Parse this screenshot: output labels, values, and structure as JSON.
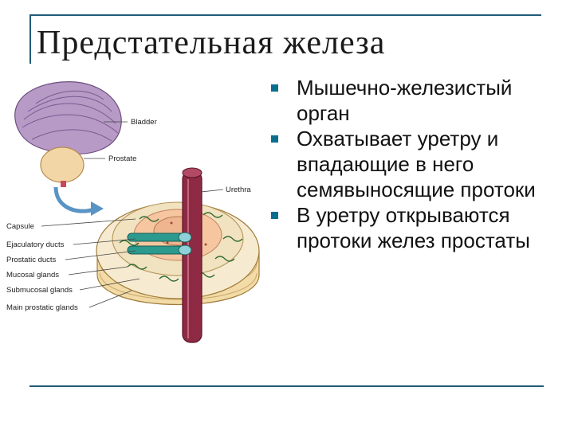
{
  "slide": {
    "title": "Предстательная железа",
    "bullets": [
      "Мышечно-железистый орган",
      "Охватывает уретру и впадающие в него семявыносящие протоки",
      "В уретру открываются протоки желез простаты"
    ]
  },
  "illustration": {
    "labels": {
      "bladder": "Bladder",
      "prostate": "Prostate",
      "urethra": "Urethra",
      "capsule": "Capsule",
      "ejaculatory_ducts": "Ejaculatory ducts",
      "prostatic_ducts": "Prostatic ducts",
      "mucosal_glands": "Mucosal glands",
      "submucosal_glands": "Submucosal glands",
      "main_prostatic_glands": "Main prostatic glands"
    }
  },
  "colors": {
    "frame": "#1f5a78",
    "bullet_marker": "#0b6e8c",
    "bladder": "#b79ac6",
    "prostate": "#f3d6a6",
    "urethra": "#8e2a44",
    "ducts": "#2c9a8e"
  }
}
